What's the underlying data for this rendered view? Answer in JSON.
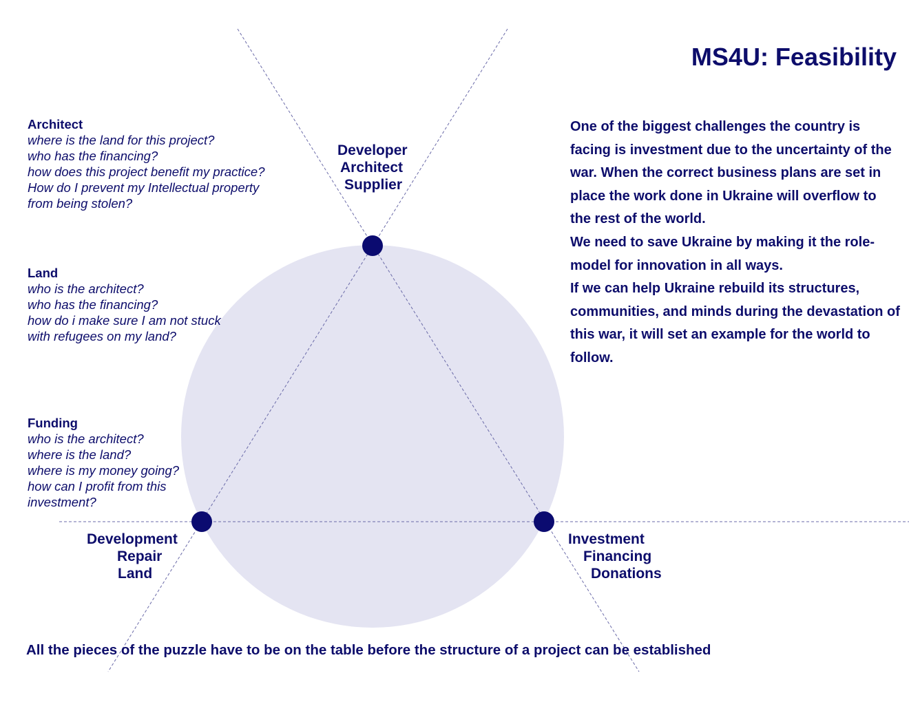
{
  "colors": {
    "primary": "#0d0d6b",
    "node": "#0b0b70",
    "circle_fill": "#e4e4f2",
    "guide_line": "#6a6aa8"
  },
  "title": "MS4U: Feasibility",
  "description": [
    "One of the biggest challenges the country is facing is investment due to the uncertainty of the war. When the correct business plans are set in place the work done in Ukraine will overflow to the rest of the world.",
    "We need to save Ukraine by making it the role-model for innovation in all ways.",
    "If we can help Ukraine rebuild its structures, communities, and minds during the devastation of this war, it will set an example for the world to follow."
  ],
  "questions": {
    "architect": {
      "heading": "Architect",
      "lines": [
        "where is the land for this project?",
        "who has the financing?",
        "how does this project benefit my practice?",
        "How do I prevent my Intellectual property",
        "from being stolen?"
      ]
    },
    "land": {
      "heading": "Land",
      "lines": [
        "who is the architect?",
        "who has the financing?",
        "how do i make sure I am not stuck",
        "with refugees on my land?"
      ]
    },
    "funding": {
      "heading": "Funding",
      "lines": [
        "who is the architect?",
        "where is the land?",
        "where is my money going?",
        "how can I profit from this",
        "investment?"
      ]
    }
  },
  "nodes": {
    "top": [
      "Developer",
      "Architect",
      "Supplier"
    ],
    "left": [
      "Development",
      "Repair",
      "Land"
    ],
    "right": [
      "Investment",
      "Financing",
      "Donations"
    ]
  },
  "footer": "All the pieces of the puzzle have to be on the table before the structure of a project can be established"
}
